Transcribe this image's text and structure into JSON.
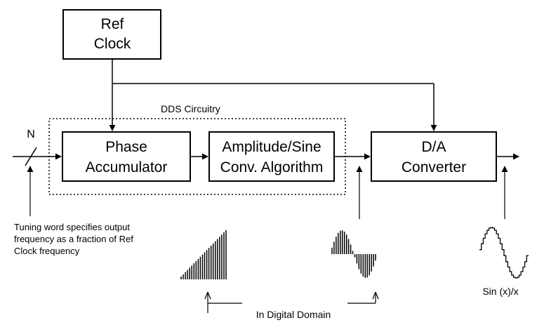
{
  "blocks": {
    "ref_clock": {
      "line1": "Ref",
      "line2": "Clock"
    },
    "phase_accumulator": {
      "line1": "Phase",
      "line2": "Accumulator"
    },
    "amplitude_sine": {
      "line1": "Amplitude/Sine",
      "line2": "Conv. Algorithm"
    },
    "dac": {
      "line1": "D/A",
      "line2": "Converter"
    }
  },
  "labels": {
    "dds_circuitry": "DDS Circuitry",
    "n_input": "N",
    "tuning_note": [
      "Tuning word specifies output",
      "frequency as a fraction of Ref",
      "Clock frequency"
    ],
    "digital_domain": "In Digital Domain",
    "sinc": "Sin (x)/x"
  }
}
